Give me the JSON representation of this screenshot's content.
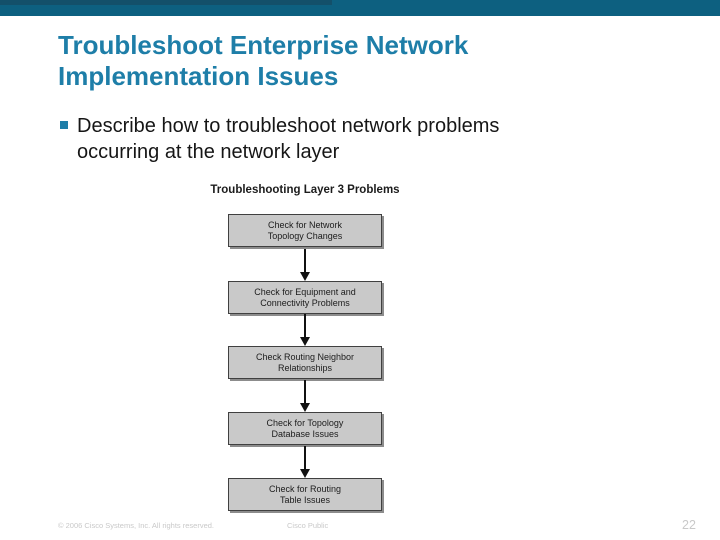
{
  "header": {
    "title_line1": "Troubleshoot Enterprise Network",
    "title_line2": "Implementation Issues"
  },
  "bullet": {
    "line1": "Describe how to troubleshoot network problems",
    "line2": "occurring at the network layer"
  },
  "diagram": {
    "title": "Troubleshooting Layer 3 Problems",
    "steps": [
      {
        "line1": "Check for Network",
        "line2": "Topology Changes"
      },
      {
        "line1": "Check for Equipment and",
        "line2": "Connectivity Problems"
      },
      {
        "line1": "Check Routing Neighbor",
        "line2": "Relationships"
      },
      {
        "line1": "Check for Topology",
        "line2": "Database Issues"
      },
      {
        "line1": "Check for Routing",
        "line2": "Table Issues"
      }
    ]
  },
  "footer": {
    "copyright": "© 2006 Cisco Systems, Inc. All rights reserved.",
    "classification": "Cisco Public",
    "page_number": "22"
  },
  "colors": {
    "top_bar": "#0d6080",
    "top_bar_accent": "#13506a",
    "title_text": "#1e7ea8",
    "bullet_marker": "#1e7ea8",
    "box_fill": "#c9c9c9",
    "box_border": "#404040",
    "box_shadow": "#8c8c8c",
    "footer_text": "#c9c9c9"
  }
}
